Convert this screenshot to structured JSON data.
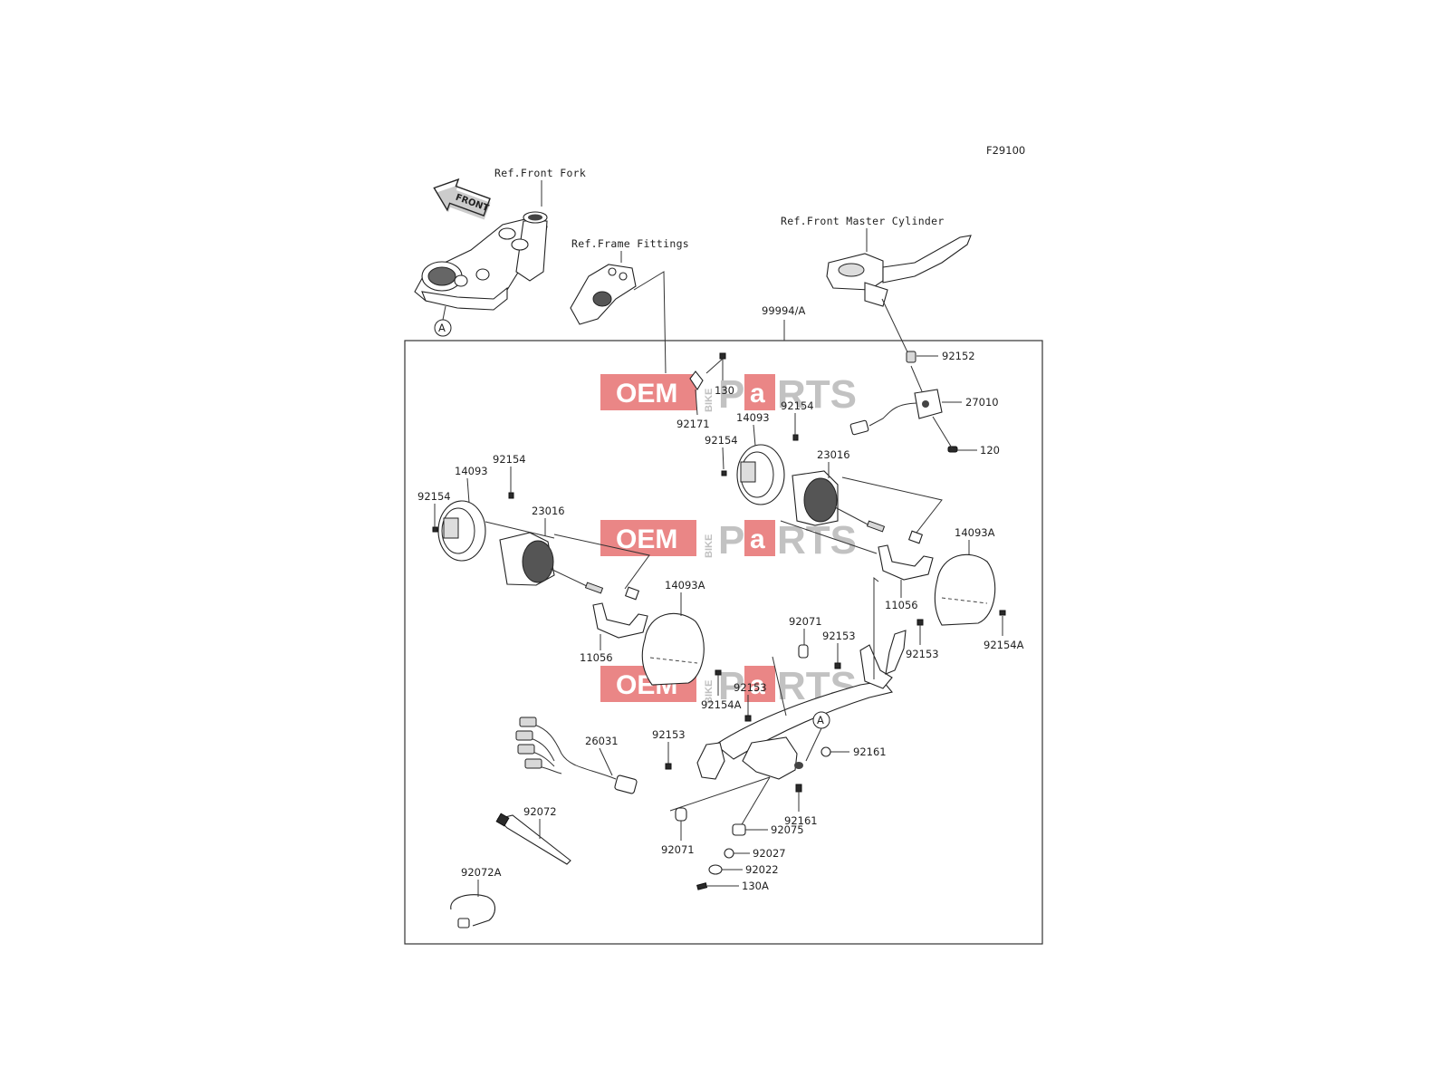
{
  "diagram_code": "F29100",
  "frame_label": "99994/A",
  "references": {
    "front_fork": "Ref.Front Fork",
    "frame_fittings": "Ref.Frame Fittings",
    "front_master_cylinder": "Ref.Front Master Cylinder"
  },
  "front_arrow": "FRONT",
  "circle_marker": "A",
  "watermark": {
    "oem": "OEM",
    "bike": "BIKE",
    "parts_p": "P",
    "parts_a": "a",
    "parts_rts": "RTS"
  },
  "parts": {
    "p92152": "92152",
    "p27010": "27010",
    "p120": "120",
    "p130": "130",
    "p92171": "92171",
    "p14093_right": "14093",
    "p92154_r1": "92154",
    "p92154_r2": "92154",
    "p23016_right": "23016",
    "p14093_left": "14093",
    "p92154_l1": "92154",
    "p92154_l2": "92154",
    "p23016_left": "23016",
    "p14093A_left": "14093A",
    "p11056_left": "11056",
    "p92154A_left": "92154A",
    "p14093A_right": "14093A",
    "p11056_right": "11056",
    "p92154A_right": "92154A",
    "p92071_top": "92071",
    "p92153_a": "92153",
    "p92153_b": "92153",
    "p92153_c": "92153",
    "p92153_d": "92153",
    "p92161_a": "92161",
    "p92161_b": "92161",
    "p26031": "26031",
    "p92072": "92072",
    "p92072A": "92072A",
    "p92071_bottom": "92071",
    "p92075": "92075",
    "p92027": "92027",
    "p92022": "92022",
    "p130A": "130A"
  }
}
